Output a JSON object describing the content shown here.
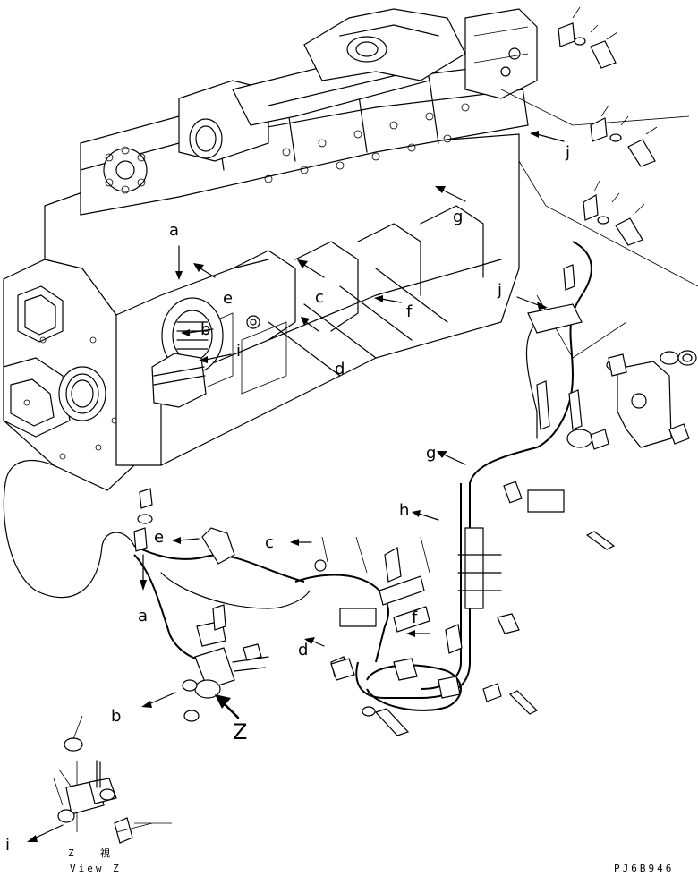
{
  "labels": {
    "a_top": "a",
    "a_bottom": "a",
    "b_top": "b",
    "b_bottom": "b",
    "c_top": "c",
    "c_bottom": "c",
    "d_top": "d",
    "d_bottom": "d",
    "e_top": "e",
    "e_bottom": "e",
    "f_top": "f",
    "f_bottom": "f",
    "g_top": "g",
    "g_bottom": "g",
    "h": "h",
    "i_top": "i",
    "i_bottom": "i",
    "j_top": "j",
    "j_bottom": "j",
    "z": "Z"
  },
  "view": {
    "jp_z": "Z",
    "jp_label": "視",
    "en": "View Z"
  },
  "drawing_code": "PJ6B946"
}
